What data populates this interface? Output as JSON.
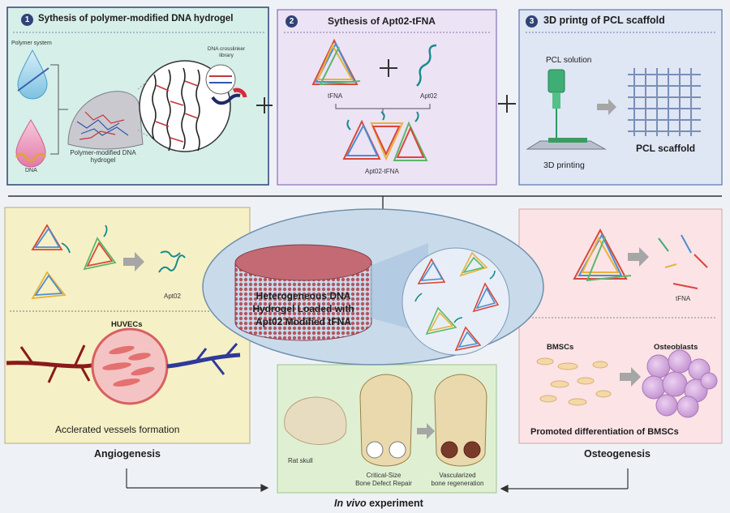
{
  "panels": {
    "p1": {
      "number": "1",
      "title": "Sythesis of polymer-modified DNA hydrogel",
      "polymer_label": "Polymer system",
      "dna_label": "DNA",
      "crosslinker_label": "DNA crosslinker library",
      "hydrogel_label": "Polymer-modified DNA hydrogel"
    },
    "p2": {
      "number": "2",
      "title": "Sythesis of Apt02-tFNA",
      "tfna_label": "tFNA",
      "apt_label": "Apt02",
      "product_label": "Apt02-tFNA"
    },
    "p3": {
      "number": "3",
      "title": "3D printg of PCL scaffold",
      "solution_label": "PCL solution",
      "printing_label": "3D printing",
      "scaffold_label": "PCL scaffold"
    }
  },
  "angiogenesis": {
    "apt_label": "Apt02",
    "huvec_label": "HUVECs",
    "caption": "Acclerated vessels formation",
    "section_label": "Angiogenesis"
  },
  "center": {
    "title_line1": "Heterogeneous DNA",
    "title_line2": "Hydrogel Loaded with",
    "title_line3": "Apt02 Modified tFNA"
  },
  "invivo": {
    "rat_label": "Rat skull",
    "defect_line1": "Critical-Size",
    "defect_line2": "Bone Defect Repair",
    "regen_line1": "Vascularized",
    "regen_line2": "bone regeneration",
    "caption_italic": "In vivo",
    "caption_rest": " experiment"
  },
  "osteogenesis": {
    "tfna_label": "tFNA",
    "bmsc_label": "BMSCs",
    "osteo_label": "Osteoblasts",
    "caption": "Promoted differentiation of BMSCs",
    "section_label": "Osteogenesis"
  },
  "colors": {
    "panel1_bg": "#d6efe9",
    "panel2_bg": "#ece3f5",
    "panel3_bg": "#dfe6f4",
    "angio_bg": "#f6f0c6",
    "osteo_bg": "#fbe3e6",
    "invivo_bg": "#dff0d2",
    "accent_navy": "#2f4377"
  }
}
